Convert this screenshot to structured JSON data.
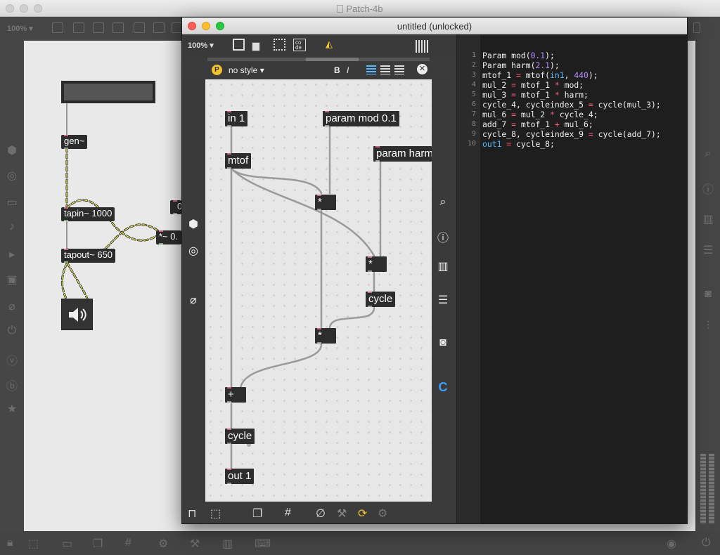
{
  "background_window": {
    "title": "Patch-4b",
    "zoom": "100%",
    "objects": {
      "gen": "gen~",
      "tapin": "tapin~ 1000",
      "tapout": "tapout~ 650",
      "mult": "*~ 0.",
      "number": "0"
    }
  },
  "editor_window": {
    "title": "untitled (unlocked)",
    "zoom": "100%",
    "style_label": "no style",
    "bold_label": "B",
    "italic_label": "I",
    "code_button_label": "co de",
    "objects": {
      "in1": "in 1",
      "param_mod": "param mod 0.1",
      "param_harm": "param harm",
      "mtof": "mtof",
      "mul_a": "*",
      "mul_b": "*",
      "cycle_a": "cycle",
      "mul_c": "*",
      "add": "+",
      "cycle_b": "cycle",
      "out1": "out 1"
    }
  },
  "code_editor": {
    "lines": [
      "Param mod(0.1);",
      "Param harm(2.1);",
      "mtof_1 = mtof(in1, 440);",
      "mul_2 = mtof_1 * mod;",
      "mul_3 = mtof_1 * harm;",
      "cycle_4, cycleindex_5 = cycle(mul_3);",
      "mul_6 = mul_2 * cycle_4;",
      "add_7 = mtof_1 + mul_6;",
      "cycle_8, cycleindex_9 = cycle(add_7);",
      "out1 = cycle_8;"
    ],
    "line_numbers": [
      "1",
      "2",
      "3",
      "4",
      "5",
      "6",
      "7",
      "8",
      "9",
      "10"
    ]
  },
  "colors": {
    "accent_operator": "#ff5a7a",
    "accent_number": "#b58cff",
    "accent_io": "#5ab8ff",
    "c_icon": "#3aa0ff"
  }
}
